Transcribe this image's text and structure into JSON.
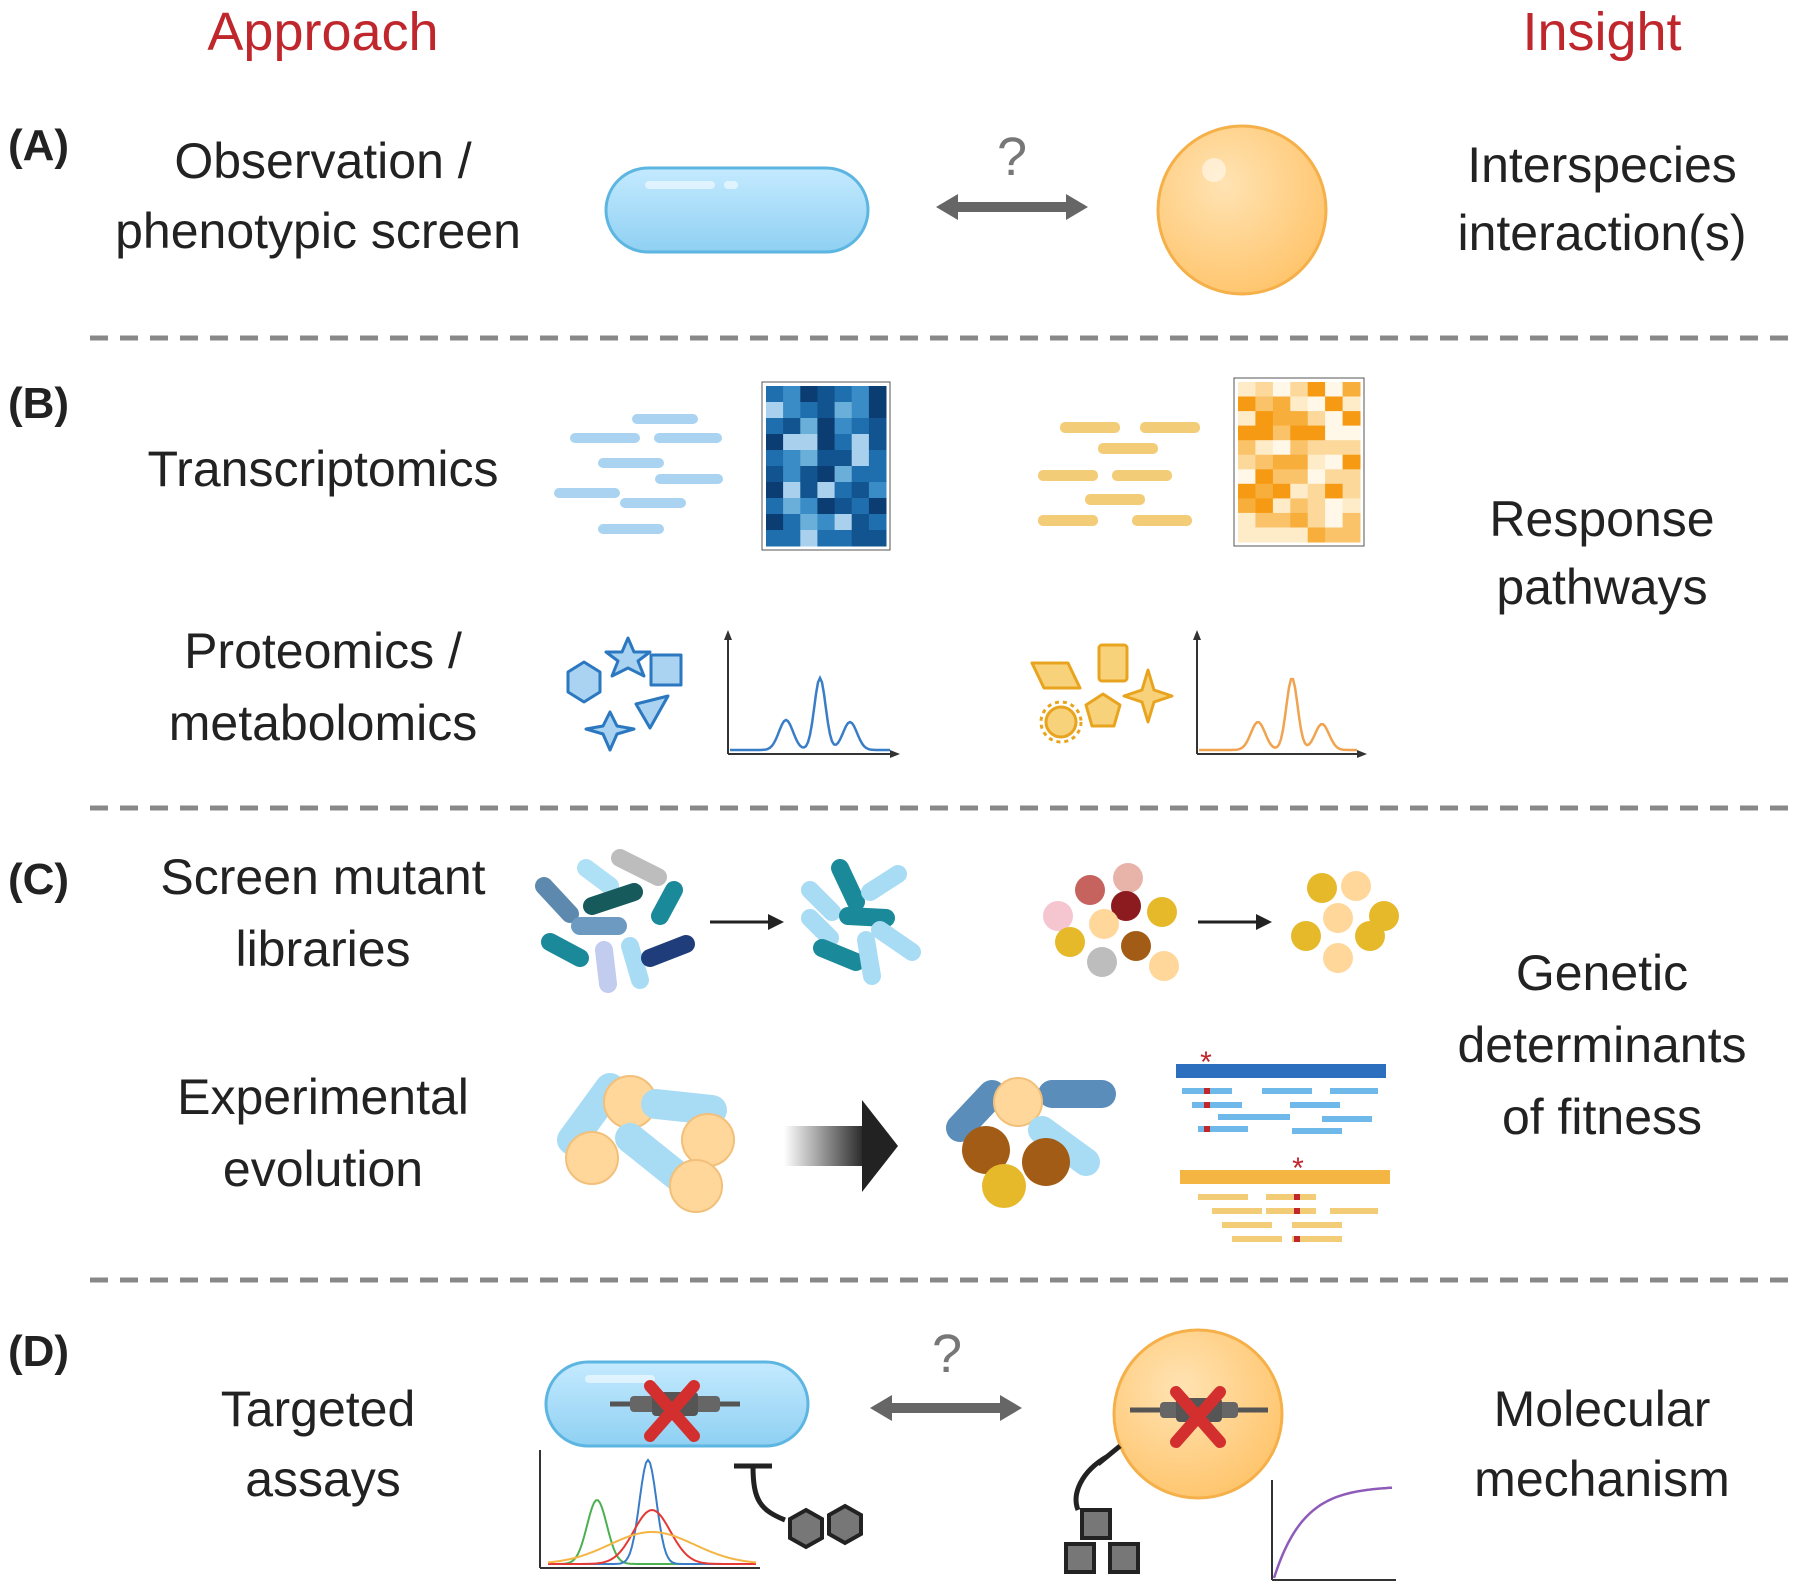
{
  "headers": {
    "approach": "Approach",
    "insight": "Insight"
  },
  "colors": {
    "header_red": "#c0272d",
    "text": "#222222",
    "blue_light": "#a8dcf5",
    "blue_mid": "#5fa8d8",
    "blue_dark": "#1f5fa0",
    "teal": "#1a8a9a",
    "orange_light": "#ffd79a",
    "orange": "#f5a623",
    "red_x": "#d32f2f",
    "gray": "#666666"
  },
  "sections": {
    "a": {
      "label": "(A)",
      "approach": [
        "Observation /",
        "phenotypic screen"
      ],
      "question": "?",
      "insight": [
        "Interspecies",
        "interaction(s)"
      ]
    },
    "b": {
      "label": "(B)",
      "approach1": [
        "Transcriptomics"
      ],
      "approach2": [
        "Proteomics /",
        "metabolomics"
      ],
      "insight": [
        "Response",
        "pathways"
      ]
    },
    "c": {
      "label": "(C)",
      "approach1": [
        "Screen mutant",
        "libraries"
      ],
      "approach2": [
        "Experimental",
        "evolution"
      ],
      "mutation_mark": "*",
      "insight": [
        "Genetic",
        "determinants",
        "of fitness"
      ]
    },
    "d": {
      "label": "(D)",
      "approach": [
        "Targeted",
        "assays"
      ],
      "question": "?",
      "insight": [
        "Molecular",
        "mechanism"
      ]
    }
  }
}
